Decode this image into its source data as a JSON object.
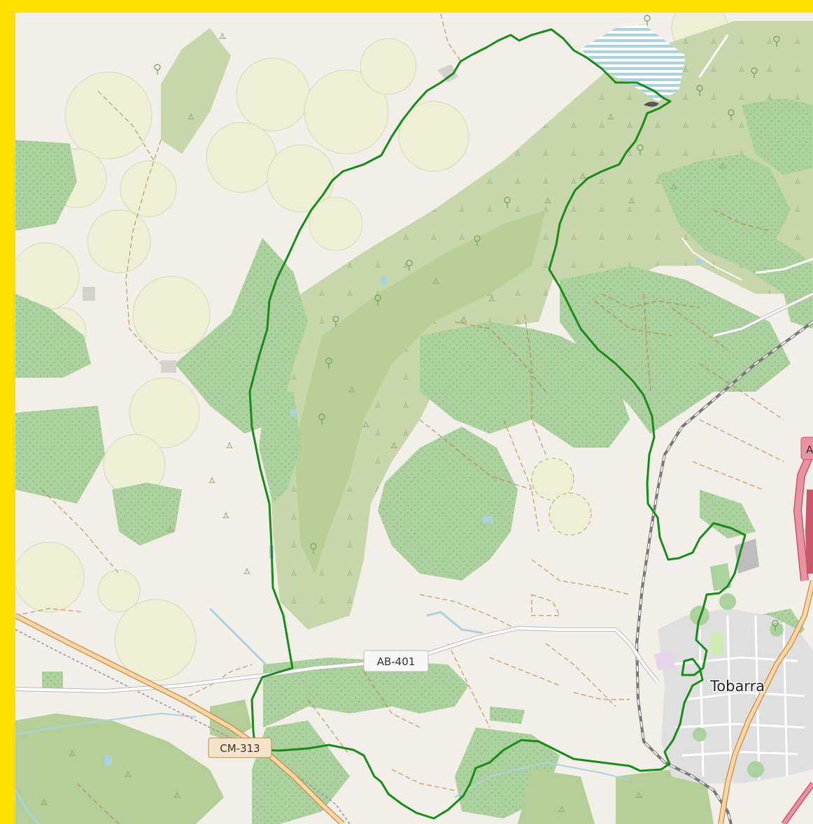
{
  "map": {
    "road_labels": {
      "ab401": "AB-401",
      "cm313": "CM-313"
    },
    "place_labels": {
      "town": "Tobarra"
    },
    "edge_label_partial": "A",
    "colors": {
      "frame": "#FFE000",
      "background": "#F2EFE9",
      "farmland": "#EEF0D5",
      "forest": "#ADD19E",
      "scrub": "#C8D7AB",
      "meadow": "#CDEBB0",
      "residential": "#E0DFDF",
      "water": "#AAD3DF",
      "route": "#1A8A1A",
      "motorway": "#E892A2",
      "trunk": "#FCD6A4",
      "primary_casing": "#C28A4A",
      "track": "#B27A3A",
      "railway": "#777777",
      "shield_fill": "#F7E3C9"
    },
    "icons": [
      "tree-icon",
      "shrub-icon"
    ]
  }
}
